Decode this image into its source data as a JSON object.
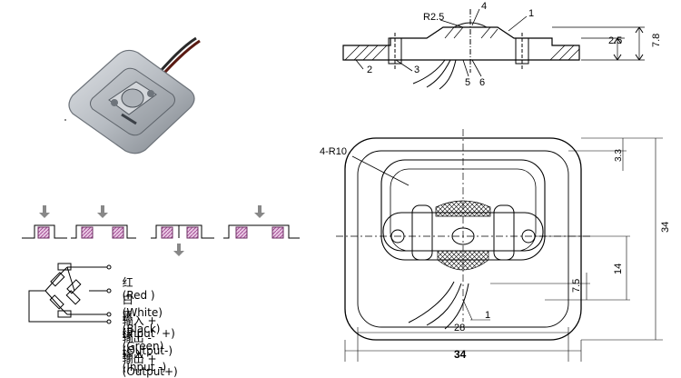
{
  "side_view": {
    "radius_label": "R2.5",
    "part_labels": [
      "1",
      "2",
      "3",
      "4",
      "5",
      "6"
    ],
    "dim_thickness": "2.5",
    "dim_height": "7.8"
  },
  "top_view": {
    "corner_label": "4-R10",
    "dim_gap": "3.3",
    "dim_14": "14",
    "dim_7_5": "7.5",
    "dim_inner_width": "28",
    "dim_outer_width": "34",
    "dim_outer_height": "34",
    "part_label": "1"
  },
  "wiring": {
    "rows": [
      {
        "color": "红",
        "name": "(Red )",
        "func": "输入 +",
        "eng": "(Input  +)"
      },
      {
        "color": "白",
        "name": "(White)",
        "func": "输出 -",
        "eng": "(Output-)"
      },
      {
        "color": "黑",
        "name": "(Black)",
        "func": "输入 -",
        "eng": "(Input -)"
      },
      {
        "color": "绿",
        "name": "(Green)",
        "func": "输出 +",
        "eng": "(Output+)"
      }
    ]
  }
}
